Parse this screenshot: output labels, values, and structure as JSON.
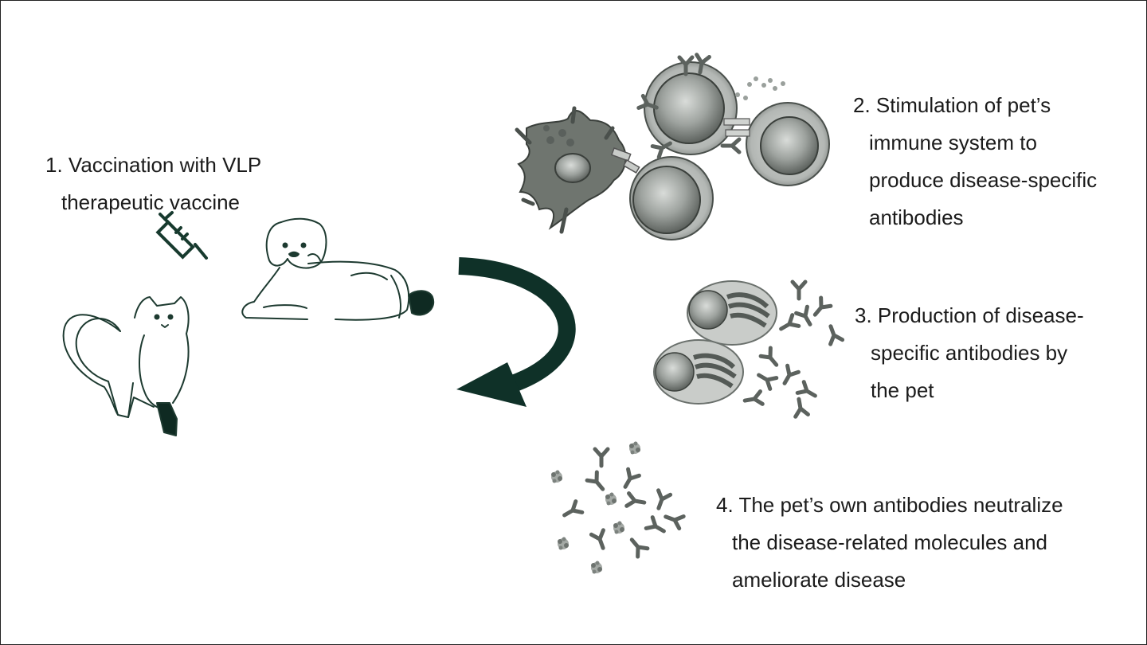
{
  "steps": [
    {
      "id": "1",
      "lines": [
        "1. Vaccination with VLP",
        "therapeutic vaccine"
      ]
    },
    {
      "id": "2",
      "lines": [
        "2. Stimulation of pet’s",
        "immune system to",
        "produce disease-specific",
        "antibodies"
      ]
    },
    {
      "id": "3",
      "lines": [
        "3. Production of disease-",
        "specific antibodies by",
        "the pet"
      ]
    },
    {
      "id": "4",
      "lines": [
        "4. The pet’s own antibodies neutralize",
        "the disease-related molecules and",
        "ameliorate disease"
      ]
    }
  ],
  "colors": {
    "arrow": "#0f3128",
    "outline": "#1d3a30",
    "cell_gray": "#8a8f8b",
    "cell_dark": "#4a504c",
    "paw": "#0f2a22"
  },
  "icons": [
    "syringe-icon",
    "cat-icon",
    "dog-icon",
    "cycle-arrow-icon",
    "immune-cells-icon",
    "plasma-cell-icon",
    "antibody-icon",
    "antigen-icon"
  ]
}
